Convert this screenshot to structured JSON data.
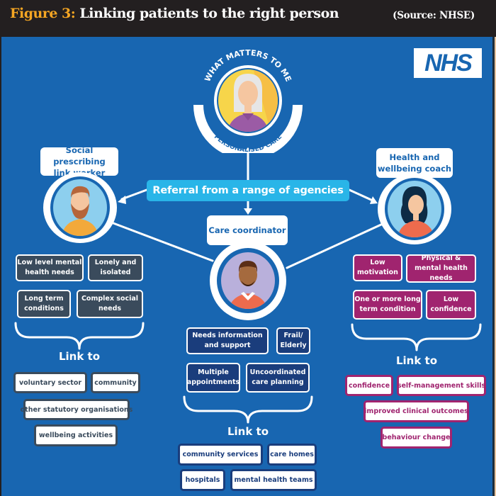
{
  "header": {
    "figure_label": "Figure 3:",
    "title": "Linking patients to the right person",
    "source": "(Source: NHSE)"
  },
  "logo": {
    "text": "NHS",
    "icon": "nhs-logo"
  },
  "colors": {
    "panel_blue": "#1866b1",
    "referral_cyan": "#29b5e8",
    "grey_box": "#3a4b5c",
    "navy_box": "#1a3d7c",
    "pink_box": "#a0246f",
    "header_orange": "#f5a623"
  },
  "center": {
    "top_arc_text": "WHAT MATTERS TO ME",
    "bottom_arc_text": "PERSONALISED CARE",
    "icon": "patient-avatar"
  },
  "referral": {
    "label": "Referral from a range  of agencies"
  },
  "roles": {
    "left": {
      "label_line1": "Social prescribing",
      "label_line2": "link worker",
      "icon": "bearded-man-avatar",
      "needs": [
        "Low level mental health needs",
        "Lonely and isolated",
        "Long term conditions",
        "Complex social needs"
      ],
      "link_to_label": "Link to",
      "links": [
        "voluntary sector",
        "community",
        "other statutory organisations",
        "wellbeing activities"
      ]
    },
    "middle": {
      "label": "Care coordinator",
      "icon": "man-avatar",
      "needs": [
        "Needs information and support",
        "Frail/ Elderly",
        "Multiple appointments",
        "Uncoordinated care planning"
      ],
      "link_to_label": "Link to",
      "links": [
        "community services",
        "care homes",
        "hospitals",
        "mental health teams"
      ]
    },
    "right": {
      "label_line1": "Health and",
      "label_line2": "wellbeing coach",
      "icon": "woman-avatar",
      "needs": [
        "Low motivation",
        "Physical & mental health needs",
        "One or more long term condition",
        "Low confidence"
      ],
      "link_to_label": "Link to",
      "links": [
        "confidence",
        "self-management skills",
        "improved clinical outcomes",
        "behaviour change"
      ]
    }
  }
}
